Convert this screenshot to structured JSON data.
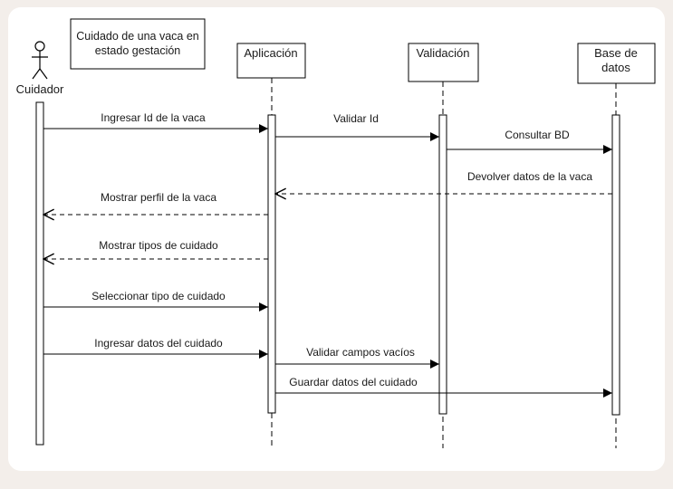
{
  "note": [
    "Cuidado de una vaca en",
    "estado gestación"
  ],
  "actor": "Cuidador",
  "participants": {
    "app": [
      "Aplicación"
    ],
    "val": [
      "Validación"
    ],
    "db": [
      "Base de",
      "datos"
    ]
  },
  "messages": [
    {
      "id": "m1",
      "label": "Ingresar Id de la vaca",
      "from": "actor",
      "to": "app",
      "style": "sync"
    },
    {
      "id": "m2",
      "label": "Validar Id",
      "from": "app",
      "to": "val",
      "style": "sync"
    },
    {
      "id": "m3",
      "label": "Consultar BD",
      "from": "val",
      "to": "db",
      "style": "sync"
    },
    {
      "id": "m4",
      "label": "Devolver datos de la vaca",
      "from": "db",
      "to": "app",
      "style": "return"
    },
    {
      "id": "m5",
      "label": "Mostrar perfil de la vaca",
      "from": "app",
      "to": "actor",
      "style": "return"
    },
    {
      "id": "m6",
      "label": "Mostrar tipos de cuidado",
      "from": "app",
      "to": "actor",
      "style": "return"
    },
    {
      "id": "m7",
      "label": "Seleccionar tipo de cuidado",
      "from": "actor",
      "to": "app",
      "style": "sync"
    },
    {
      "id": "m8",
      "label": "Ingresar datos del cuidado",
      "from": "actor",
      "to": "app",
      "style": "sync"
    },
    {
      "id": "m9",
      "label": "Validar campos vacíos",
      "from": "app",
      "to": "val",
      "style": "sync"
    },
    {
      "id": "m10",
      "label": "Guardar datos del cuidado",
      "from": "app",
      "to": "db",
      "style": "sync"
    }
  ]
}
